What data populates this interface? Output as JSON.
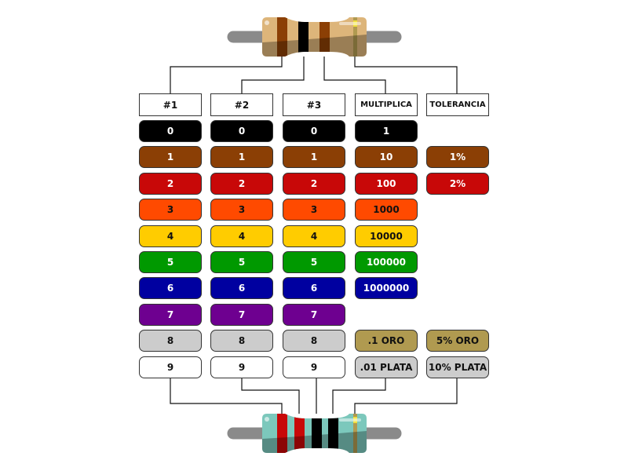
{
  "headers": [
    "#1",
    "#2",
    "#3",
    "MULTIPLICA",
    "TOLERANCIA"
  ],
  "colors": {
    "black": "#000000",
    "brown": "#8B3F05",
    "red": "#C80808",
    "orange": "#FF4A00",
    "yellow": "#FFCC00",
    "green": "#009900",
    "blue": "#0000A0",
    "violet": "#6E0090",
    "gray": "#CCCCCC",
    "white": "#FFFFFF",
    "gold": "#B09A50",
    "silver": "#CCCCCC"
  },
  "digit_rows": [
    {
      "label": "0",
      "color": "black",
      "text": "#FFFFFF"
    },
    {
      "label": "1",
      "color": "brown",
      "text": "#FFFFFF"
    },
    {
      "label": "2",
      "color": "red",
      "text": "#FFFFFF"
    },
    {
      "label": "3",
      "color": "orange",
      "text": "#111111"
    },
    {
      "label": "4",
      "color": "yellow",
      "text": "#111111"
    },
    {
      "label": "5",
      "color": "green",
      "text": "#FFFFFF"
    },
    {
      "label": "6",
      "color": "blue",
      "text": "#FFFFFF"
    },
    {
      "label": "7",
      "color": "violet",
      "text": "#FFFFFF"
    },
    {
      "label": "8",
      "color": "gray",
      "text": "#111111"
    },
    {
      "label": "9",
      "color": "white",
      "text": "#111111"
    }
  ],
  "multiplier": [
    {
      "row": 0,
      "label": "1",
      "color": "black",
      "text": "#FFFFFF"
    },
    {
      "row": 1,
      "label": "10",
      "color": "brown",
      "text": "#FFFFFF"
    },
    {
      "row": 2,
      "label": "100",
      "color": "red",
      "text": "#FFFFFF"
    },
    {
      "row": 3,
      "label": "1000",
      "color": "orange",
      "text": "#111111"
    },
    {
      "row": 4,
      "label": "10000",
      "color": "yellow",
      "text": "#111111"
    },
    {
      "row": 5,
      "label": "100000",
      "color": "green",
      "text": "#FFFFFF"
    },
    {
      "row": 6,
      "label": "1000000",
      "color": "blue",
      "text": "#FFFFFF"
    },
    {
      "row": 8,
      "label": ".1 ORO",
      "color": "gold",
      "text": "#111111"
    },
    {
      "row": 9,
      "label": ".01 PLATA",
      "color": "silver",
      "text": "#111111"
    }
  ],
  "tolerance": [
    {
      "row": 1,
      "label": "1%",
      "color": "brown",
      "text": "#FFFFFF"
    },
    {
      "row": 2,
      "label": "2%",
      "color": "red",
      "text": "#FFFFFF"
    },
    {
      "row": 8,
      "label": "5% ORO",
      "color": "gold",
      "text": "#111111"
    },
    {
      "row": 9,
      "label": "10% PLATA",
      "color": "silver",
      "text": "#111111"
    }
  ],
  "resistor_top": {
    "body": "#DDB57A",
    "bands": [
      "brown",
      "black",
      "brown"
    ],
    "tolerance": "gold"
  },
  "resistor_bottom": {
    "body": "#7CC8BC",
    "bands": [
      "red",
      "red",
      "black",
      "black"
    ],
    "tolerance": "gold"
  }
}
